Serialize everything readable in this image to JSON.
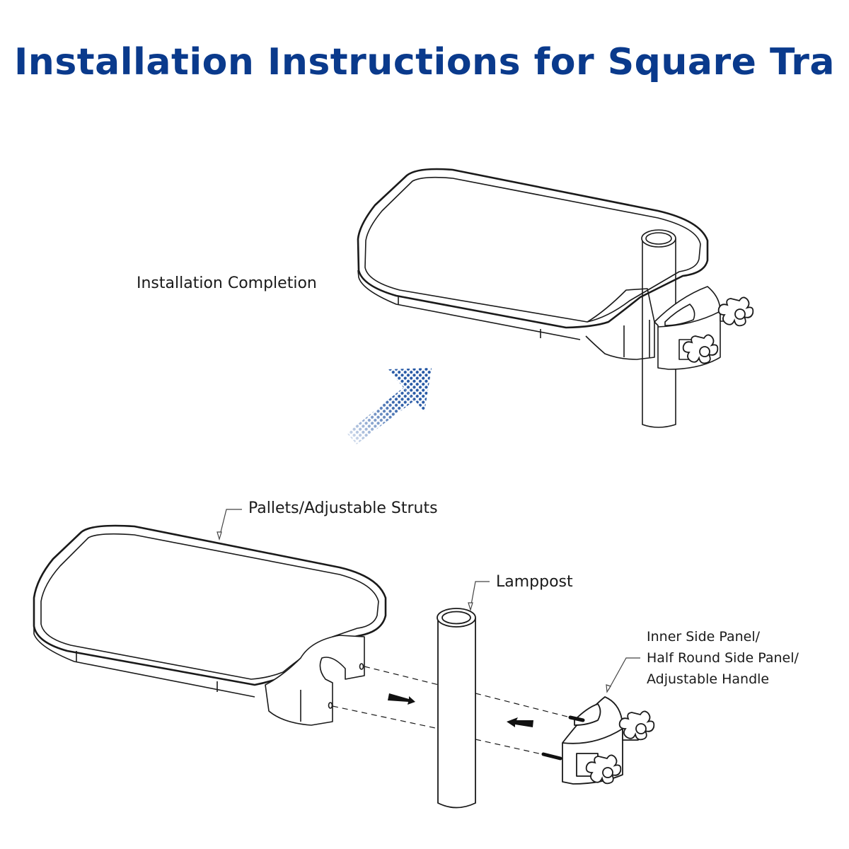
{
  "title": "Installation Instructions for Square Tra",
  "colors": {
    "title": "#0a3a8c",
    "arrow": "#1a4fa0",
    "line": "#1a1a1a",
    "background": "#ffffff"
  },
  "top_section": {
    "label": "Installation Completion",
    "parts_shown": [
      "tray",
      "lamppost",
      "clamp",
      "knob",
      "knob"
    ]
  },
  "transition_arrow": {
    "icon": "halftone-arrow-up-right-icon",
    "direction": "up-right"
  },
  "bottom_section": {
    "labels": {
      "tray": "Pallets/Adjustable Struts",
      "post": "Lamppost",
      "clamp": [
        "Inner Side Panel/",
        "Half Round Side Panel/",
        "Adjustable Handle"
      ]
    },
    "assembly_arrows": [
      {
        "icon": "arrow-right-icon",
        "direction": "right"
      },
      {
        "icon": "arrow-left-icon",
        "direction": "left"
      }
    ]
  }
}
